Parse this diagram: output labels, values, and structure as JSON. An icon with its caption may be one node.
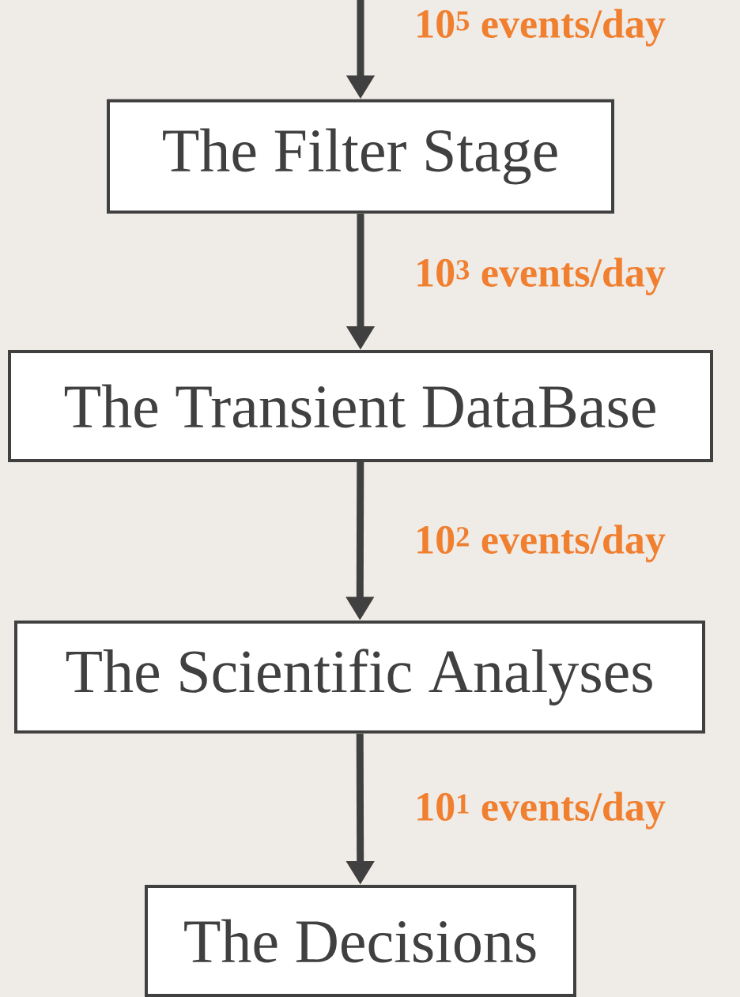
{
  "diagram": {
    "nodes": [
      {
        "text": [
          "The Filter Stage"
        ]
      },
      {
        "text": [
          "The Transient DataBase"
        ]
      },
      {
        "text": [
          "The Scientific Analyses"
        ]
      },
      {
        "text": [
          "The Decisions"
        ]
      }
    ],
    "edges": [
      {
        "from": null,
        "to": 0,
        "arrow": "to",
        "label": "10$^{5}$ events/day"
      },
      {
        "from": 0,
        "to": 1,
        "arrow": "to",
        "label": "10$^{3}$ events/day"
      },
      {
        "from": 1,
        "to": 2,
        "arrow": "to",
        "label": "10$^{2}$ events/day"
      },
      {
        "from": 2,
        "to": 3,
        "arrow": "to",
        "label": "10$^{1}$ events/day"
      }
    ]
  }
}
